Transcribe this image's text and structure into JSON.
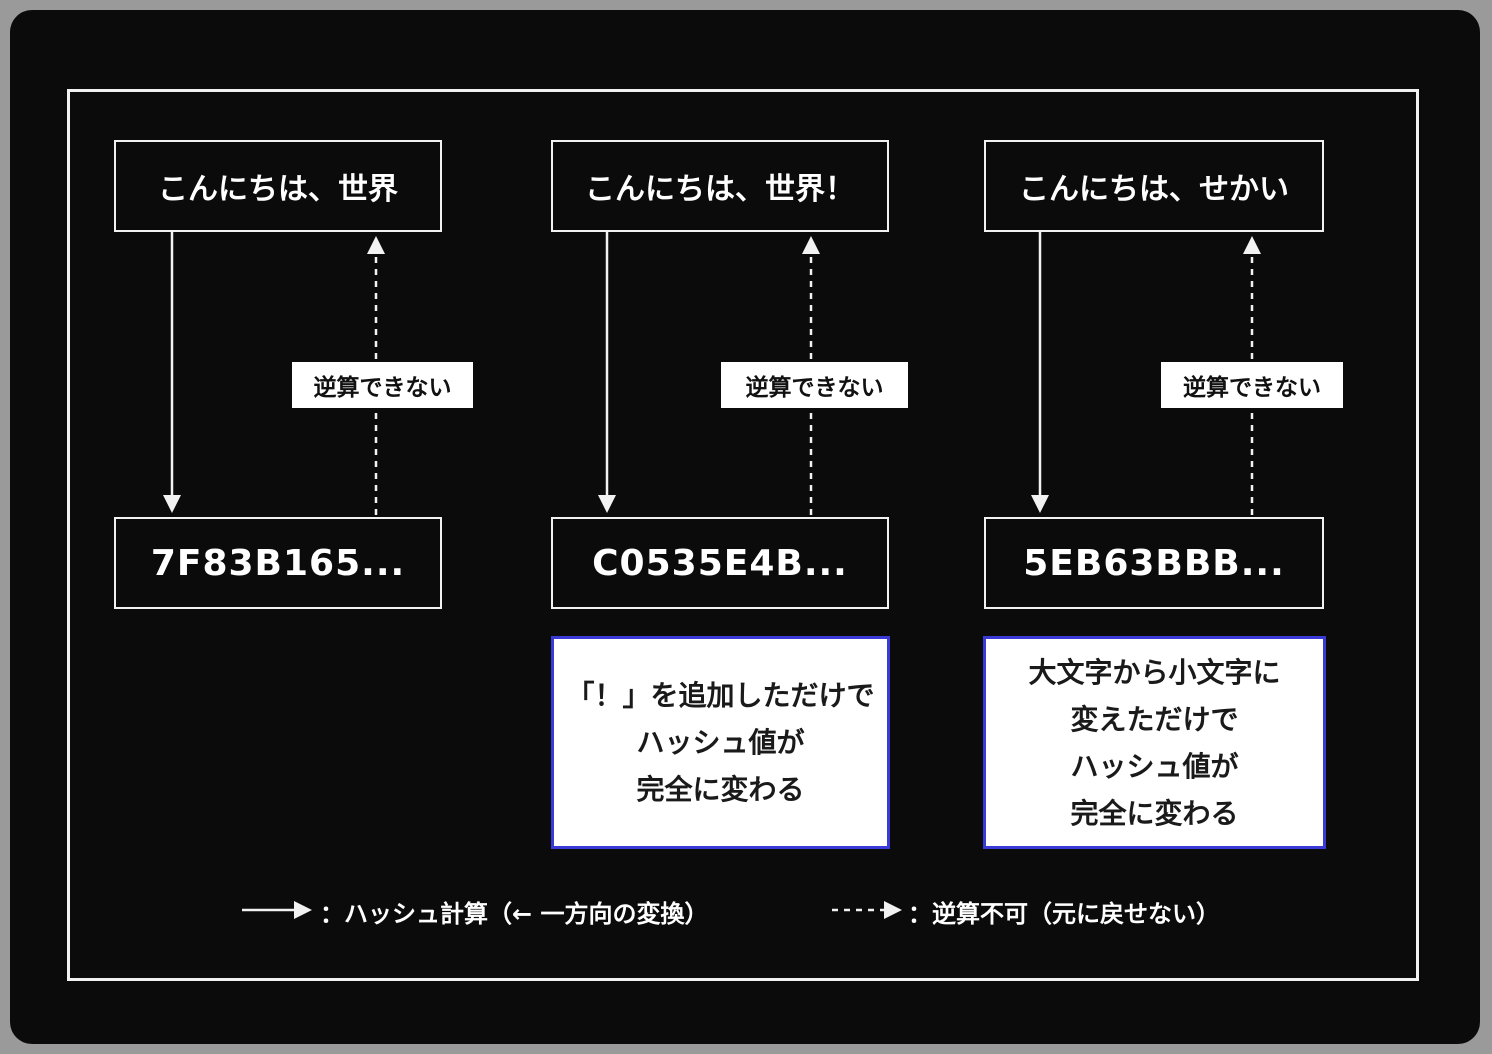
{
  "columns": [
    {
      "input": "こんにちは、世界",
      "hash": "7F83B165...",
      "reverse_label": "逆算できない",
      "note": []
    },
    {
      "input": "こんにちは、世界！",
      "hash": "C0535E4B...",
      "reverse_label": "逆算できない",
      "note": [
        "「！」を追加しただけで",
        "ハッシュ値が",
        "完全に変わる"
      ]
    },
    {
      "input": "こんにちは、せかい",
      "hash": "5EB63BBB...",
      "reverse_label": "逆算できない",
      "note": [
        "大文字から小文字に",
        "変えただけで",
        "ハッシュ値が",
        "完全に変わる"
      ]
    }
  ],
  "legend": {
    "solid": "：ハッシュ計算（← 一方向の変換）",
    "dashed": "：逆算不可（元に戻せない）"
  },
  "colors": {
    "background": "#0b0b0b",
    "line": "#f2f2f2",
    "note_border": "#3a3ad6"
  }
}
